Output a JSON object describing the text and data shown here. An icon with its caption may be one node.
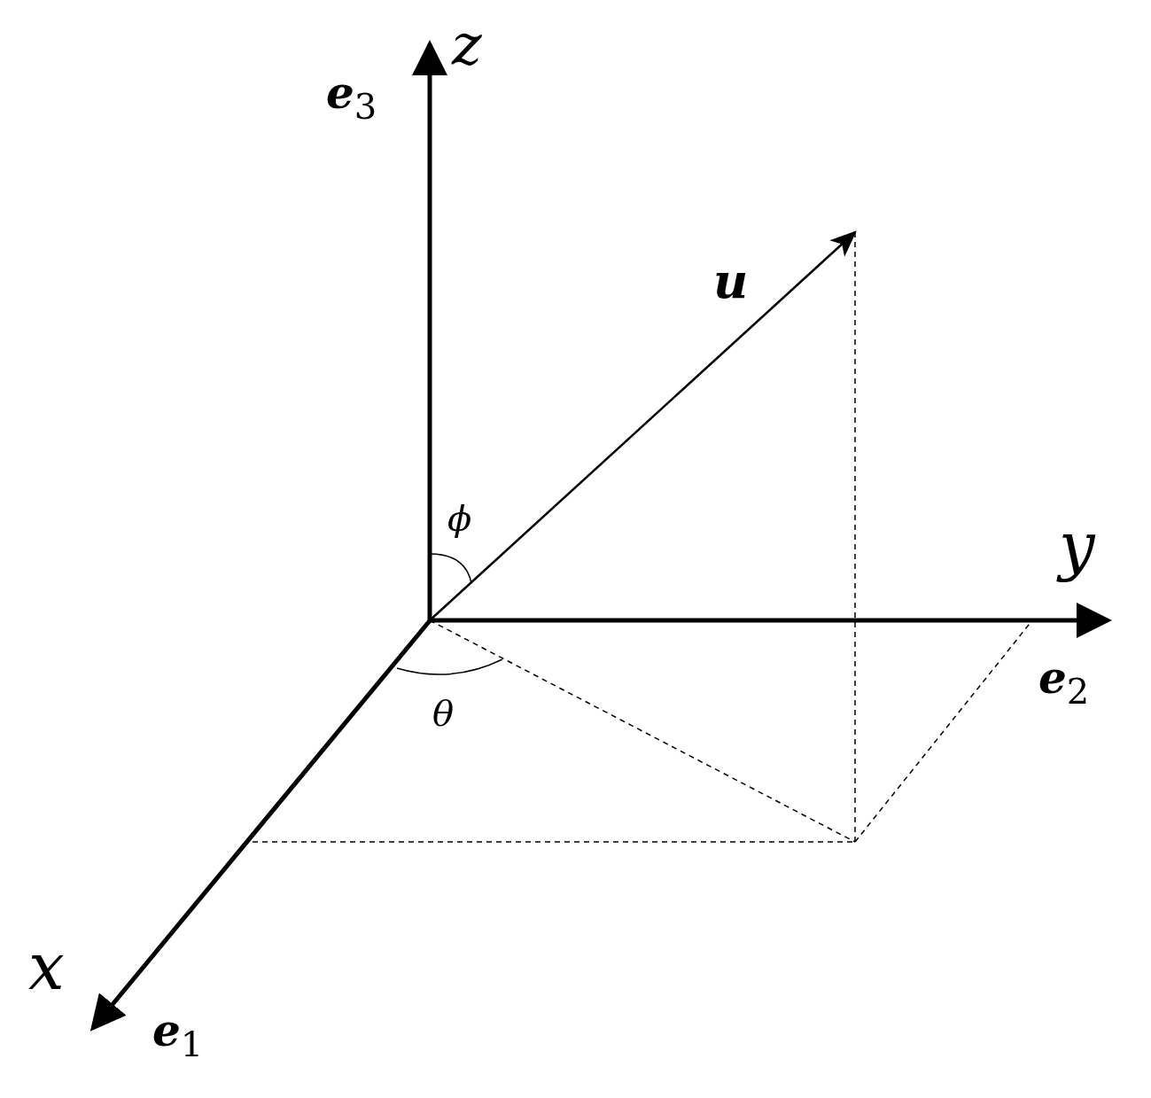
{
  "diagram": {
    "labels": [
      "*z*",
      "**e**$_{3}$",
      "**u**",
      "*ϕ*",
      "*y*",
      "**e**$_{2}$",
      "*θ*",
      "*x*",
      "**e**$_{1}$"
    ]
  }
}
